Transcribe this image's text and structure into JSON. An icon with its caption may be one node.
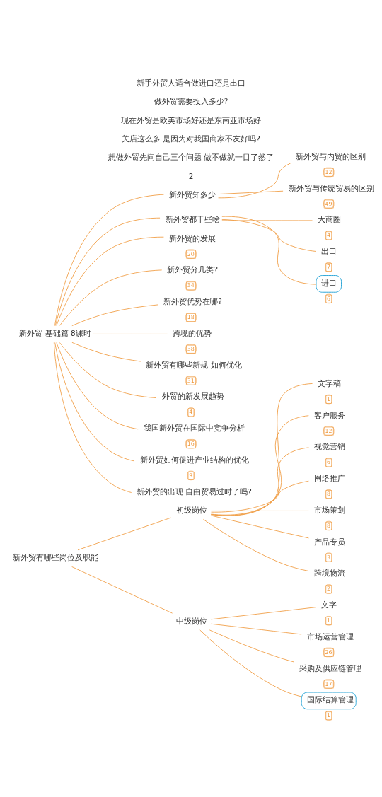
{
  "diagram": {
    "nodes": [
      {
        "text": [
          "新外贸 基础篇 8课时"
        ]
      },
      {
        "text": [
          "新外贸知多少"
        ]
      },
      {
        "text": [
          "新外贸与内贸的区别"
        ],
        "beside": [
          "12"
        ]
      },
      {
        "text": [
          "新外贸与传统贸易的区别"
        ],
        "beside": [
          "49"
        ]
      },
      {
        "text": [
          "新外贸都干些啥"
        ]
      },
      {
        "text": [
          "大商圈"
        ],
        "beside": [
          "4"
        ]
      },
      {
        "text": [
          "出口"
        ],
        "beside": [
          "7"
        ]
      },
      {
        "text": [
          "进口"
        ],
        "beside": [
          "6"
        ]
      },
      {
        "text": [
          "新外贸的发展"
        ],
        "beside": [
          "20"
        ]
      },
      {
        "text": [
          "新外贸分几类?"
        ],
        "beside": [
          "34"
        ]
      },
      {
        "text": [
          "新外贸优势在哪?"
        ],
        "beside": [
          "18"
        ]
      },
      {
        "text": [
          "跨境的优势"
        ],
        "beside": [
          "38"
        ]
      },
      {
        "text": [
          "新外贸有哪些新规 如何优化"
        ],
        "beside": [
          "31"
        ]
      },
      {
        "text": [
          "外贸的新发展趋势"
        ],
        "beside": [
          "4"
        ]
      },
      {
        "text": [
          "我国新外贸在国际中竞争分析"
        ],
        "beside": [
          "16"
        ]
      },
      {
        "text": [
          "新外贸如何促进产业结构的优化"
        ],
        "beside": [
          "9"
        ]
      },
      {
        "text": [
          "新外贸的出现 自由贸易过时了吗?"
        ]
      },
      {
        "text": [
          "新外贸有哪些岗位及职能"
        ]
      },
      {
        "text": [
          "初级岗位"
        ]
      },
      {
        "text": [
          "文字稿"
        ],
        "beside": [
          "1"
        ]
      },
      {
        "text": [
          "客户服务"
        ],
        "beside": [
          "12"
        ]
      },
      {
        "text": [
          "视觉营销"
        ],
        "beside": [
          "6"
        ]
      },
      {
        "text": [
          "网络推广"
        ],
        "beside": [
          "8"
        ]
      },
      {
        "text": [
          "市场策划"
        ],
        "beside": [
          "8"
        ]
      },
      {
        "text": [
          "产品专员"
        ],
        "beside": [
          "3"
        ]
      },
      {
        "text": [
          "跨境物流"
        ],
        "beside": [
          "2"
        ]
      },
      {
        "text": [
          "中级岗位"
        ]
      },
      {
        "text": [
          "文字"
        ],
        "beside": [
          "1"
        ]
      },
      {
        "text": [
          "市场运营管理"
        ],
        "beside": [
          "26"
        ]
      },
      {
        "text": [
          "采购及供应链管理"
        ],
        "beside": [
          "17"
        ]
      },
      {
        "text": [
          "国际结算管理"
        ],
        "beside": [
          "1"
        ]
      }
    ],
    "edges": [
      {
        "from": 0,
        "to": 1,
        "arrow": "none"
      },
      {
        "from": 1,
        "to": 2,
        "arrow": "none"
      },
      {
        "from": 1,
        "to": 3,
        "arrow": "none"
      },
      {
        "from": 0,
        "to": 4,
        "arrow": "none"
      },
      {
        "from": 4,
        "to": 5,
        "arrow": "none"
      },
      {
        "from": 4,
        "to": 6,
        "arrow": "none"
      },
      {
        "from": 4,
        "to": 7,
        "arrow": "none"
      },
      {
        "from": 0,
        "to": 8,
        "arrow": "none"
      },
      {
        "from": 0,
        "to": 9,
        "arrow": "none"
      },
      {
        "from": 0,
        "to": 10,
        "arrow": "none"
      },
      {
        "from": 0,
        "to": 11,
        "arrow": "none"
      },
      {
        "from": 0,
        "to": 12,
        "arrow": "none"
      },
      {
        "from": 0,
        "to": 13,
        "arrow": "none"
      },
      {
        "from": 0,
        "to": 14,
        "arrow": "none"
      },
      {
        "from": 0,
        "to": 15,
        "arrow": "none"
      },
      {
        "from": 0,
        "to": 16,
        "arrow": "none"
      },
      {
        "from": 17,
        "to": 18,
        "arrow": "none"
      },
      {
        "from": 18,
        "to": 19,
        "arrow": "none"
      },
      {
        "from": 18,
        "to": 20,
        "arrow": "none"
      },
      {
        "from": 18,
        "to": 21,
        "arrow": "none"
      },
      {
        "from": 18,
        "to": 22,
        "arrow": "none"
      },
      {
        "from": 18,
        "to": 23,
        "arrow": "none"
      },
      {
        "from": 18,
        "to": 24,
        "arrow": "none"
      },
      {
        "from": 18,
        "to": 25,
        "arrow": "none"
      },
      {
        "from": 17,
        "to": 26,
        "arrow": "none"
      },
      {
        "from": 26,
        "to": 27,
        "arrow": "none"
      },
      {
        "from": 26,
        "to": 28,
        "arrow": "none"
      },
      {
        "from": 26,
        "to": 29,
        "arrow": "none"
      },
      {
        "from": 26,
        "to": 30,
        "arrow": "none"
      }
    ],
    "labels": [
      "新手外贸人适合做进口还是出口",
      "做外贸需要投入多少?",
      "现在外贸是欧美市场好还是东南亚市场好",
      "关店这么多 是因为对我国商家不友好吗?",
      "想做外贸先问自己三个问题 做不做就一目了然了",
      "2"
    ]
  }
}
